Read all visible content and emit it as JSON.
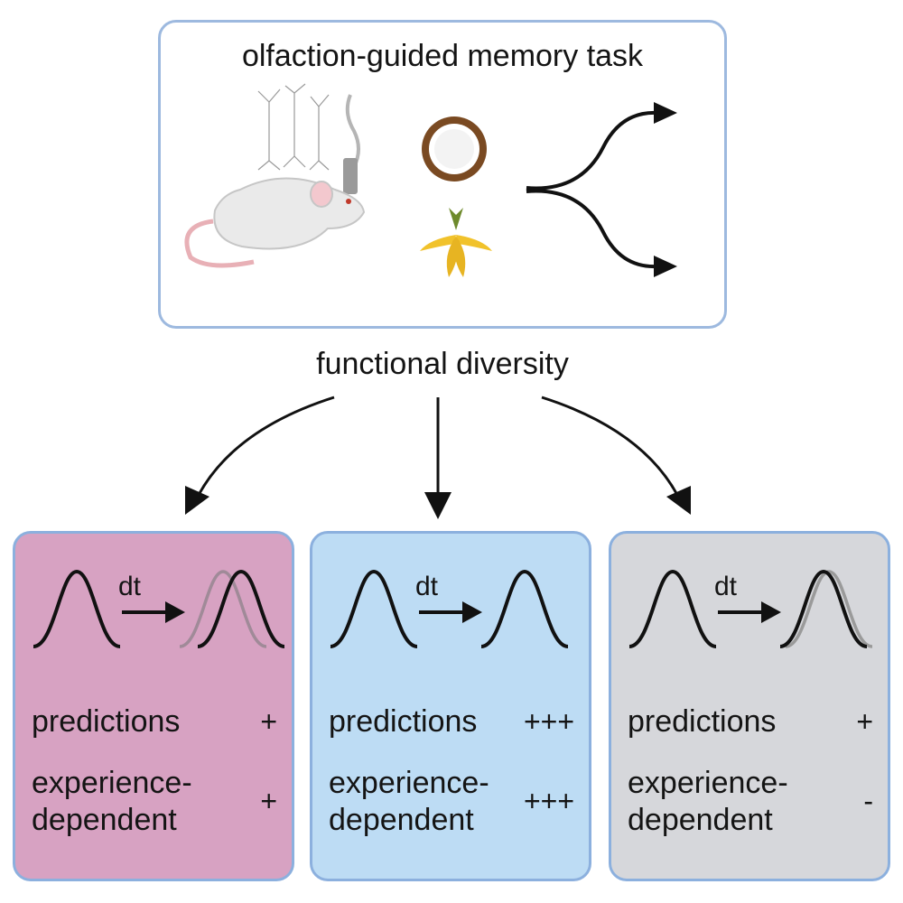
{
  "top_panel": {
    "title": "olfaction-guided memory task"
  },
  "middle_label": "functional diversity",
  "cards": [
    {
      "dt": "dt",
      "predictions": "predictions",
      "predictions_mark": "+",
      "experience_line1": "experience-",
      "experience_line2": "dependent",
      "experience_mark": "+",
      "background": "#d7a2c2"
    },
    {
      "dt": "dt",
      "predictions": "predictions",
      "predictions_mark": "+++",
      "experience_line1": "experience-",
      "experience_line2": "dependent",
      "experience_mark": "+++",
      "background": "#bddcf4"
    },
    {
      "dt": "dt",
      "predictions": "predictions",
      "predictions_mark": "+",
      "experience_line1": "experience-",
      "experience_line2": "dependent",
      "experience_mark": "-",
      "background": "#d6d7db"
    }
  ],
  "colors": {
    "box_border": "#9db9df",
    "card_border": "#8cb0de",
    "curve": "#111111",
    "ghost_curve": "#9a9a9a"
  }
}
